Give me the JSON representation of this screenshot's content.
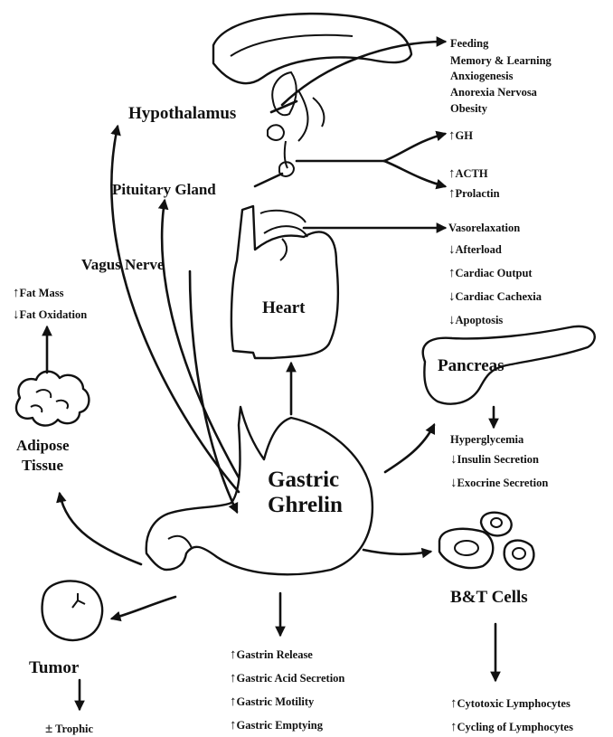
{
  "labels": {
    "hypothalamus": "Hypothalamus",
    "pituitary": "Pituitary Gland",
    "vagus": "Vagus Nerve",
    "heart": "Heart",
    "pancreas": "Pancreas",
    "adipose_1": "Adipose",
    "adipose_2": "Tissue",
    "gastric_1": "Gastric",
    "gastric_2": "Ghrelin",
    "tumor": "Tumor",
    "bt_cells": "B&T Cells"
  },
  "hypothalamus_effects": [
    "Feeding",
    "Memory & Learning",
    "Anxiogenesis",
    "Anorexia Nervosa",
    "Obesity"
  ],
  "pituitary_effects": [
    {
      "arrow": "↑",
      "text": "GH"
    },
    {
      "arrow": "↑",
      "text": "ACTH"
    },
    {
      "arrow": "↑",
      "text": "Prolactin"
    }
  ],
  "heart_effects": [
    {
      "arrow": "",
      "text": "Vasorelaxation"
    },
    {
      "arrow": "↓",
      "text": "Afterload"
    },
    {
      "arrow": "↑",
      "text": "Cardiac Output"
    },
    {
      "arrow": "↓",
      "text": "Cardiac Cachexia"
    },
    {
      "arrow": "↓",
      "text": "Apoptosis"
    }
  ],
  "adipose_effects": [
    {
      "arrow": "↑",
      "text": "Fat Mass"
    },
    {
      "arrow": "↓",
      "text": "Fat Oxidation"
    }
  ],
  "pancreas_effects": [
    {
      "arrow": "",
      "text": "Hyperglycemia"
    },
    {
      "arrow": "↓",
      "text": "Insulin Secretion"
    },
    {
      "arrow": "↓",
      "text": "Exocrine Secretion"
    }
  ],
  "stomach_effects": [
    {
      "arrow": "↑",
      "text": "Gastrin Release"
    },
    {
      "arrow": "↑",
      "text": "Gastric Acid Secretion"
    },
    {
      "arrow": "↑",
      "text": "Gastric Motility"
    },
    {
      "arrow": "↑",
      "text": "Gastric Emptying"
    }
  ],
  "tumor_effects": [
    {
      "arrow": "±",
      "text": "Trophic"
    }
  ],
  "lymphocyte_effects": [
    {
      "arrow": "↑",
      "text": "Cytotoxic Lymphocytes"
    },
    {
      "arrow": "↑",
      "text": "Cycling of Lymphocytes"
    }
  ]
}
